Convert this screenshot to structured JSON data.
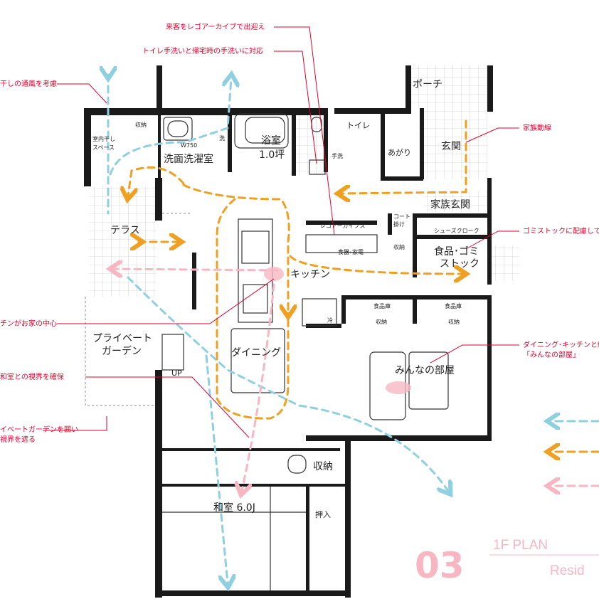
{
  "rooms": {
    "porch": "ポーチ",
    "entrance": "玄関",
    "family_entrance": "家族玄関",
    "toilet": "トイレ",
    "agari": "あがり",
    "bath": "浴室",
    "bath_size": "1.0坪",
    "laundry": "洗面洗濯室",
    "terrace": "テラス",
    "kitchen": "キッチン",
    "food_storage": "食品･ゴミ",
    "food_storage2": "ストック",
    "private_garden": "プライベート",
    "private_garden2": "ガーデン",
    "dining": "ダイニング",
    "living": "みんなの部屋",
    "storage": "収納",
    "japanese_room": "和室 6.0J",
    "oshiire": "押入"
  },
  "labels": {
    "indoor_drying": "室内干し",
    "indoor_drying2": "スペース",
    "storage_small": "収納",
    "w750": "W750",
    "wash": "洗",
    "handwash": "手洗",
    "regoa_cabinet": "レゴアーカイブス",
    "coat": "コート",
    "coat2": "掛け",
    "shoes_cloak": "シューズクローク",
    "dish_appliance": "食器･家電",
    "storage_kitchen": "収納",
    "pantry_a": "食品庫",
    "pantry_b": "食品庫",
    "storage_a": "収納",
    "storage_b": "収納",
    "fridge": "冷",
    "up": "UP"
  },
  "annotations": {
    "guests": "来客をレゴアーカイブで出迎え",
    "toilet_wash": "トイレ手洗いと帰宅時の手洗いに対応",
    "ventilation": "干しの通風を考慮",
    "family_flow": "家族動線",
    "garbage": "ゴミストックに配慮して",
    "kitchen_center": "チンがお家の中心",
    "dining_kitchen": "ダイニング･キッチンと続",
    "minna": "「みんなの部屋」",
    "japanese_view": "和室との視界を確保",
    "garden_enclose": "イベートガーデンを囲い",
    "garden_block": "視界を遮る"
  },
  "title": {
    "number": "03",
    "plan": "1F PLAN",
    "sub": "Resid"
  },
  "colors": {
    "blue": "#8fd0e0",
    "orange": "#f0a020",
    "pink": "#f7b6c2",
    "red": "#e4002b",
    "wall": "#1a1a1a"
  }
}
